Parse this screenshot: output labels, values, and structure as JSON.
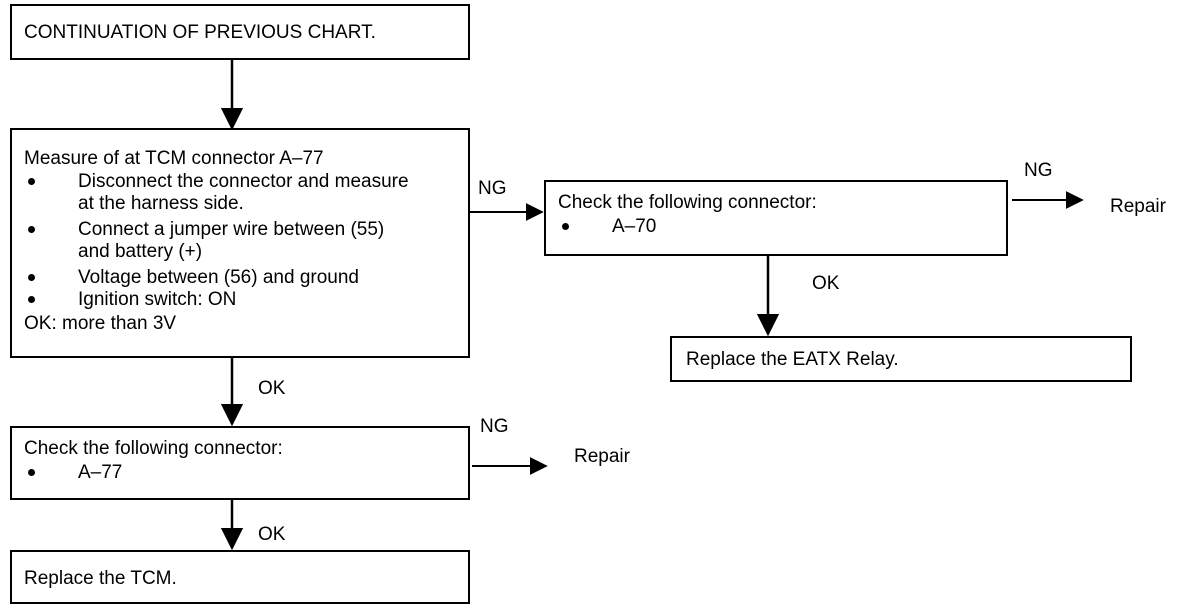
{
  "start": {
    "text": "CONTINUATION OF PREVIOUS CHART."
  },
  "measure": {
    "title": "Measure of at TCM connector A–77",
    "items": [
      [
        "Disconnect the connector and measure",
        "at the harness side."
      ],
      [
        "Connect a jumper wire between  (55)",
        "and battery (+)"
      ],
      [
        "Voltage between (56) and ground"
      ],
      [
        "Ignition switch: ON"
      ]
    ],
    "footer": "OK: more than 3V"
  },
  "check_a70": {
    "title": "Check the following connector:",
    "item": "A–70"
  },
  "replace_relay": {
    "text": "Replace the EATX Relay."
  },
  "check_a77": {
    "title": "Check the following connector:",
    "item": "A–77"
  },
  "replace_tcm": {
    "text": "Replace the TCM."
  },
  "labels": {
    "ng_measure": "NG",
    "ng_a70": "NG",
    "ok_a70": "OK",
    "ok_measure": "OK",
    "ng_a77": "NG",
    "ok_a77": "OK"
  },
  "repair_labels": {
    "a70": "Repair",
    "a77": "Repair"
  }
}
